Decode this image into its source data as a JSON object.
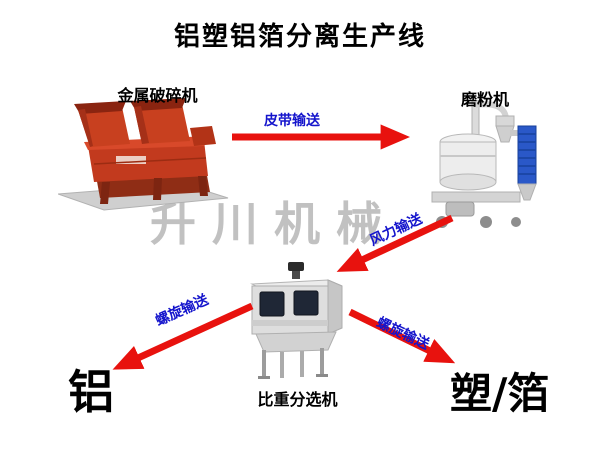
{
  "title": "铝塑铝箔分离生产线",
  "watermark": "升川机械",
  "machines": {
    "crusher": {
      "label": "金属破碎机"
    },
    "mill": {
      "label": "磨粉机"
    },
    "separator": {
      "label": "比重分选机"
    }
  },
  "flows": {
    "belt": {
      "label": "皮带输送"
    },
    "wind": {
      "label": "风力输送"
    },
    "screw_left": {
      "label": "螺旋输送"
    },
    "screw_right": {
      "label": "螺旋输送"
    }
  },
  "outputs": {
    "aluminum": "铝",
    "plastic_foil": "塑/箔"
  },
  "colors": {
    "arrow_red": "#e8120e",
    "flow_label_blue": "#1414cc",
    "title_black": "#000000",
    "crusher_red": "#c23a1e",
    "mill_blue": "#2a58c8",
    "watermark_gray": "#8f8f8f"
  }
}
